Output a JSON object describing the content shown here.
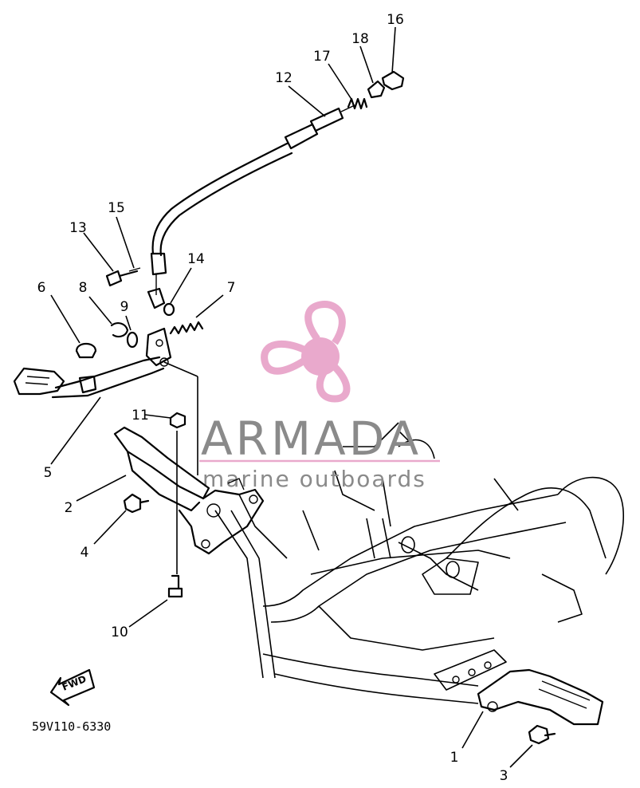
{
  "diagram": {
    "drawing_code": "59V110-6330",
    "fwd_label": "FWD",
    "callouts": [
      "1",
      "2",
      "3",
      "4",
      "5",
      "6",
      "7",
      "8",
      "9",
      "10",
      "11",
      "12",
      "13",
      "14",
      "15",
      "16",
      "17",
      "18"
    ]
  },
  "watermark": {
    "brand": "ARMADA",
    "tagline": "marine outboards",
    "accent_color": "#e9a9cc",
    "text_color": "#8a8a8a"
  }
}
